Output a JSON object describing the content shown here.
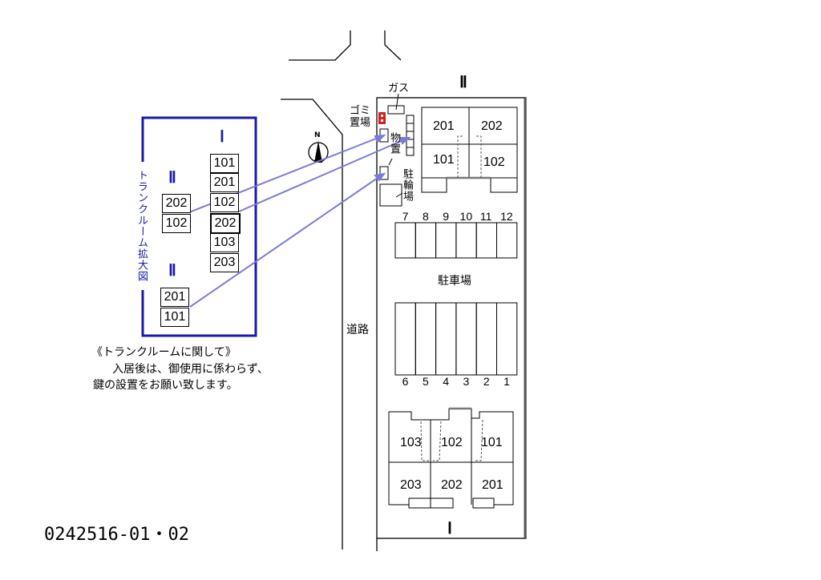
{
  "trunk_room_panel": {
    "title": "トランクルーム拡大図",
    "building_I_label": "Ⅰ",
    "building_I_units": [
      "101",
      "201",
      "102",
      "202",
      "103",
      "203"
    ],
    "building_II_upper_label": "Ⅱ",
    "building_II_upper_units": [
      "202",
      "102"
    ],
    "building_II_lower_label": "Ⅱ",
    "building_II_lower_units": [
      "201",
      "101"
    ]
  },
  "notes": {
    "heading": "《トランクルームに関して》",
    "line1": "入居後は、御使用に係わらず、",
    "line2": "鍵の設置をお願い致します。"
  },
  "site": {
    "building_II_label": "Ⅱ",
    "building_II_units": [
      "201",
      "202",
      "101",
      "102"
    ],
    "building_I_label": "Ⅰ",
    "building_I_units": [
      "103",
      "102",
      "101",
      "203",
      "202",
      "201"
    ],
    "gas_label": "ガス",
    "garbage_label": "ゴミ置場",
    "storage_label": "物置",
    "bicycle_label": "駐輪場",
    "parking_label": "駐車場",
    "parking_top": [
      "7",
      "8",
      "9",
      "10",
      "11",
      "12"
    ],
    "parking_bottom": [
      "6",
      "5",
      "4",
      "3",
      "2",
      "1"
    ],
    "road_label": "道路",
    "north_label": "N"
  },
  "property_code": "0242516-01・02",
  "colors": {
    "panel_border": "#1a1aa8",
    "arrow": "#7b7bd6",
    "garbage": "#d42020"
  }
}
